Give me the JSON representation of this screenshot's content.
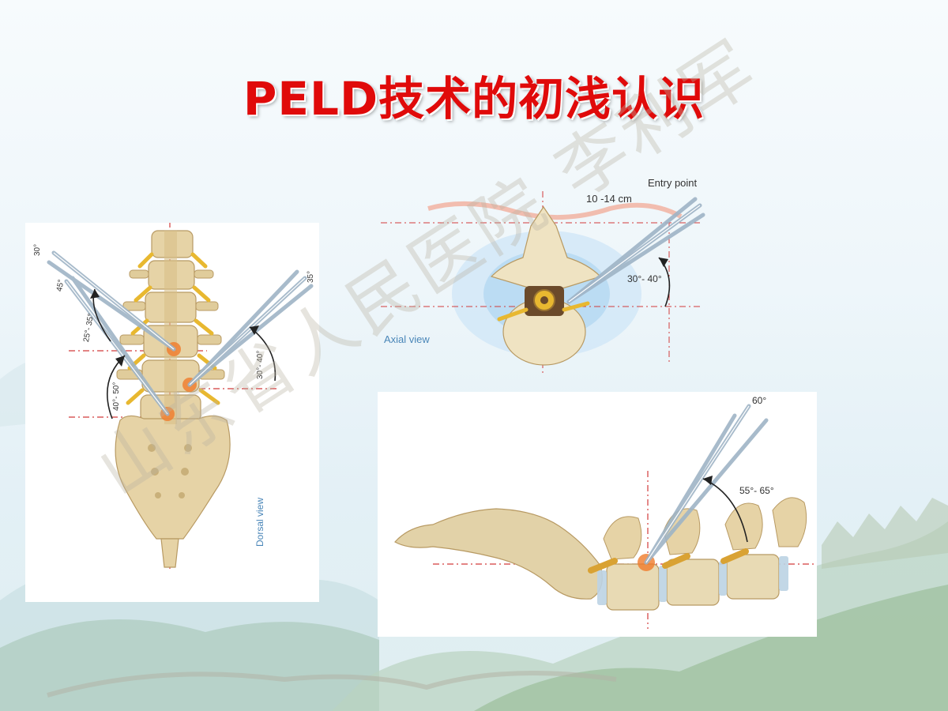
{
  "slide": {
    "title": "PELD技术的初浅认识",
    "watermark": "山东省人民医院 李利军"
  },
  "dorsal_panel": {
    "view_label": "Dorsal view",
    "angle_30": "30°",
    "angle_45": "45°",
    "angle_25_35": "25°- 35°",
    "angle_40_50": "40°- 50°",
    "angle_35": "35°",
    "angle_30_40": "30°- 40°"
  },
  "axial_panel": {
    "entry_point": "Entry point",
    "distance": "10 -14 cm",
    "angle": "30°- 40°",
    "view_label": "Axial view"
  },
  "lateral_panel": {
    "angle_60": "60°",
    "angle_55_65": "55°- 65°"
  },
  "colors": {
    "title": "#e00a0a",
    "bone": "#e8d9b0",
    "nerve": "#e8b830",
    "guide_line": "#d23b3b",
    "needle": "#9fb4c6",
    "label_blue": "#4a86b8"
  }
}
